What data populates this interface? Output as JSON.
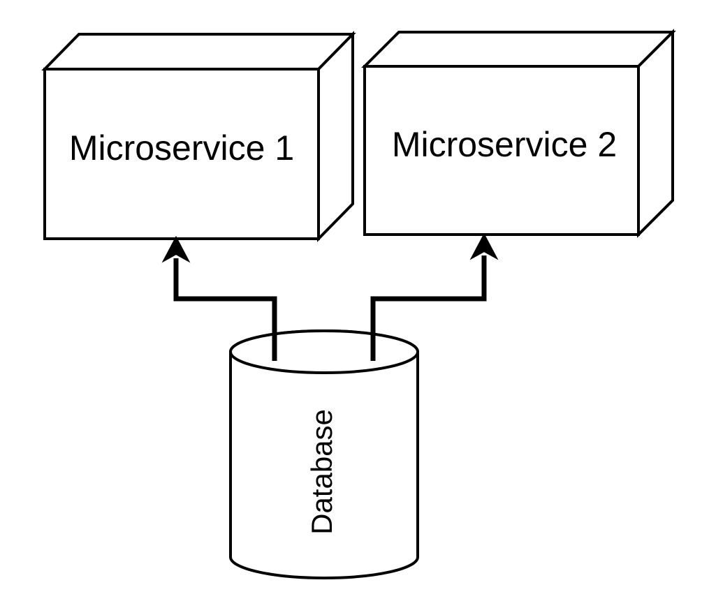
{
  "nodes": {
    "microservice_1": {
      "label": "Microservice 1"
    },
    "microservice_2": {
      "label": "Microservice 2"
    },
    "database": {
      "label": "Database"
    }
  },
  "edges": [
    {
      "from": "database",
      "to": "microservice_1"
    },
    {
      "from": "database",
      "to": "microservice_2"
    }
  ],
  "colors": {
    "stroke": "#000000",
    "fill": "#ffffff",
    "background": "#ffffff"
  }
}
